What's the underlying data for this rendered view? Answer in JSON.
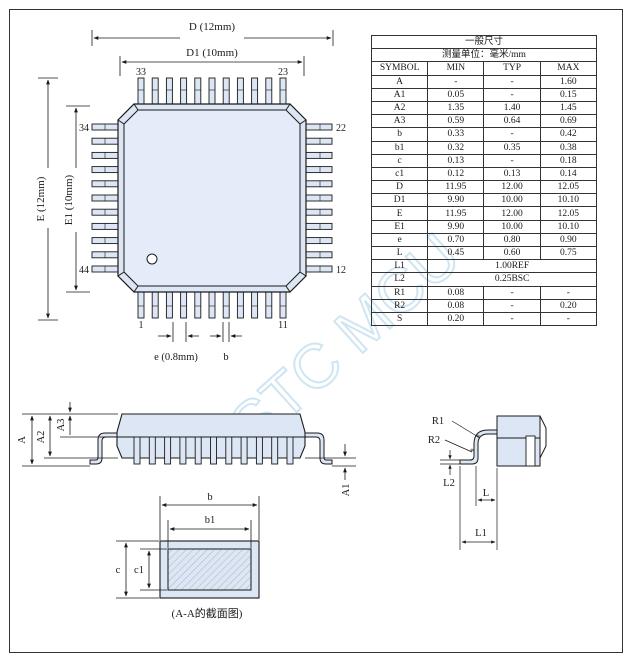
{
  "package": {
    "label_D": "D (12mm)",
    "label_D1": "D1 (10mm)",
    "label_E": "E (12mm)",
    "label_E1": "E1 (10mm)",
    "pin_33": "33",
    "pin_23": "23",
    "pin_34": "34",
    "pin_22": "22",
    "pin_44": "44",
    "pin_12": "12",
    "pin_1": "1",
    "pin_11": "11",
    "label_e": "e (0.8mm)",
    "label_b": "b"
  },
  "side_view": {
    "label_A": "A",
    "label_A2": "A2",
    "label_A3": "A3",
    "label_A1": "A1"
  },
  "section": {
    "label_b": "b",
    "label_b1": "b1",
    "label_c": "c",
    "label_c1": "c1",
    "caption": "(A-A的截面图)"
  },
  "lead_detail": {
    "label_R1": "R1",
    "label_R2": "R2",
    "label_L2": "L2",
    "label_L": "L",
    "label_L1": "L1"
  },
  "watermark": "STC MCU",
  "table": {
    "title": "一般尺寸",
    "unit": "测量单位：毫米/mm",
    "headers": [
      "SYMBOL",
      "MIN",
      "TYP",
      "MAX"
    ],
    "rows": [
      {
        "symbol": "A",
        "min": "-",
        "typ": "-",
        "max": "1.60"
      },
      {
        "symbol": "A1",
        "min": "0.05",
        "typ": "-",
        "max": "0.15"
      },
      {
        "symbol": "A2",
        "min": "1.35",
        "typ": "1.40",
        "max": "1.45"
      },
      {
        "symbol": "A3",
        "min": "0.59",
        "typ": "0.64",
        "max": "0.69"
      },
      {
        "symbol": "b",
        "min": "0.33",
        "typ": "-",
        "max": "0.42"
      },
      {
        "symbol": "b1",
        "min": "0.32",
        "typ": "0.35",
        "max": "0.38"
      },
      {
        "symbol": "c",
        "min": "0.13",
        "typ": "-",
        "max": "0.18"
      },
      {
        "symbol": "c1",
        "min": "0.12",
        "typ": "0.13",
        "max": "0.14"
      },
      {
        "symbol": "D",
        "min": "11.95",
        "typ": "12.00",
        "max": "12.05"
      },
      {
        "symbol": "D1",
        "min": "9.90",
        "typ": "10.00",
        "max": "10.10"
      },
      {
        "symbol": "E",
        "min": "11.95",
        "typ": "12.00",
        "max": "12.05"
      },
      {
        "symbol": "E1",
        "min": "9.90",
        "typ": "10.00",
        "max": "10.10"
      },
      {
        "symbol": "e",
        "min": "0.70",
        "typ": "0.80",
        "max": "0.90"
      },
      {
        "symbol": "L",
        "min": "0.45",
        "typ": "0.60",
        "max": "0.75"
      }
    ],
    "merged_rows": [
      {
        "symbol": "L1",
        "value": "1.00REF"
      },
      {
        "symbol": "L2",
        "value": "0.25BSC"
      }
    ],
    "tail_rows": [
      {
        "symbol": "R1",
        "min": "0.08",
        "typ": "-",
        "max": "-"
      },
      {
        "symbol": "R2",
        "min": "0.08",
        "typ": "-",
        "max": "0.20"
      },
      {
        "symbol": "S",
        "min": "0.20",
        "typ": "-",
        "max": "-"
      }
    ]
  },
  "colors": {
    "body_fill": "#dce6f4",
    "inner_fill": "#e3ecf8",
    "line": "#1a1a1a",
    "watermark": "#cfe6f2"
  }
}
